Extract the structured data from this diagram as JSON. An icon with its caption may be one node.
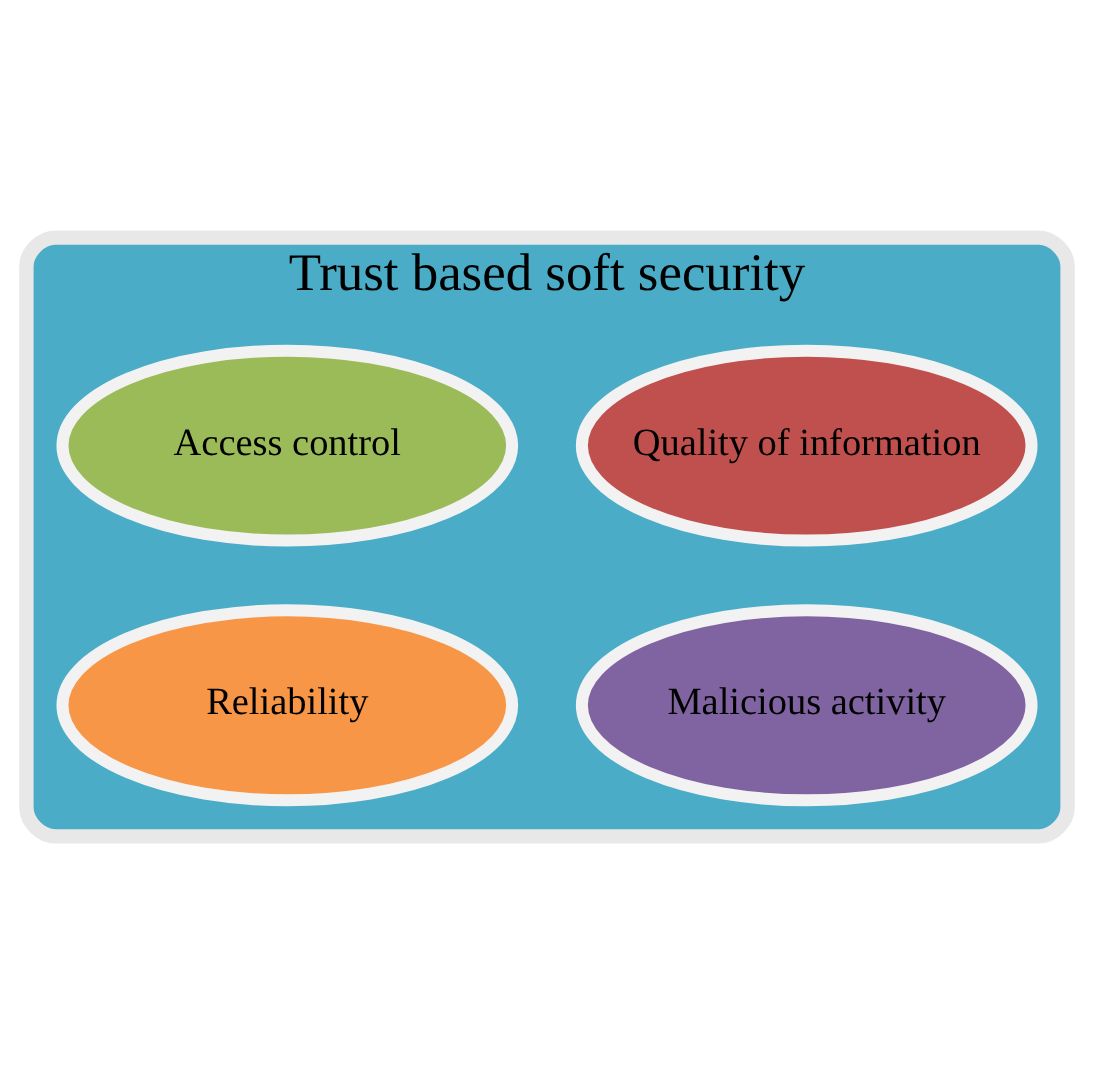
{
  "diagram": {
    "nodes": [
      {
        "text": [
          "Trust based soft security"
        ]
      },
      {
        "text": [
          "Access control"
        ],
        "in": 0
      },
      {
        "text": [
          "Reliability"
        ],
        "in": 0
      },
      {
        "text": [
          "Quality of information"
        ],
        "in": 0
      },
      {
        "text": [
          "Malicious activity"
        ],
        "in": 0
      }
    ],
    "edges": []
  }
}
